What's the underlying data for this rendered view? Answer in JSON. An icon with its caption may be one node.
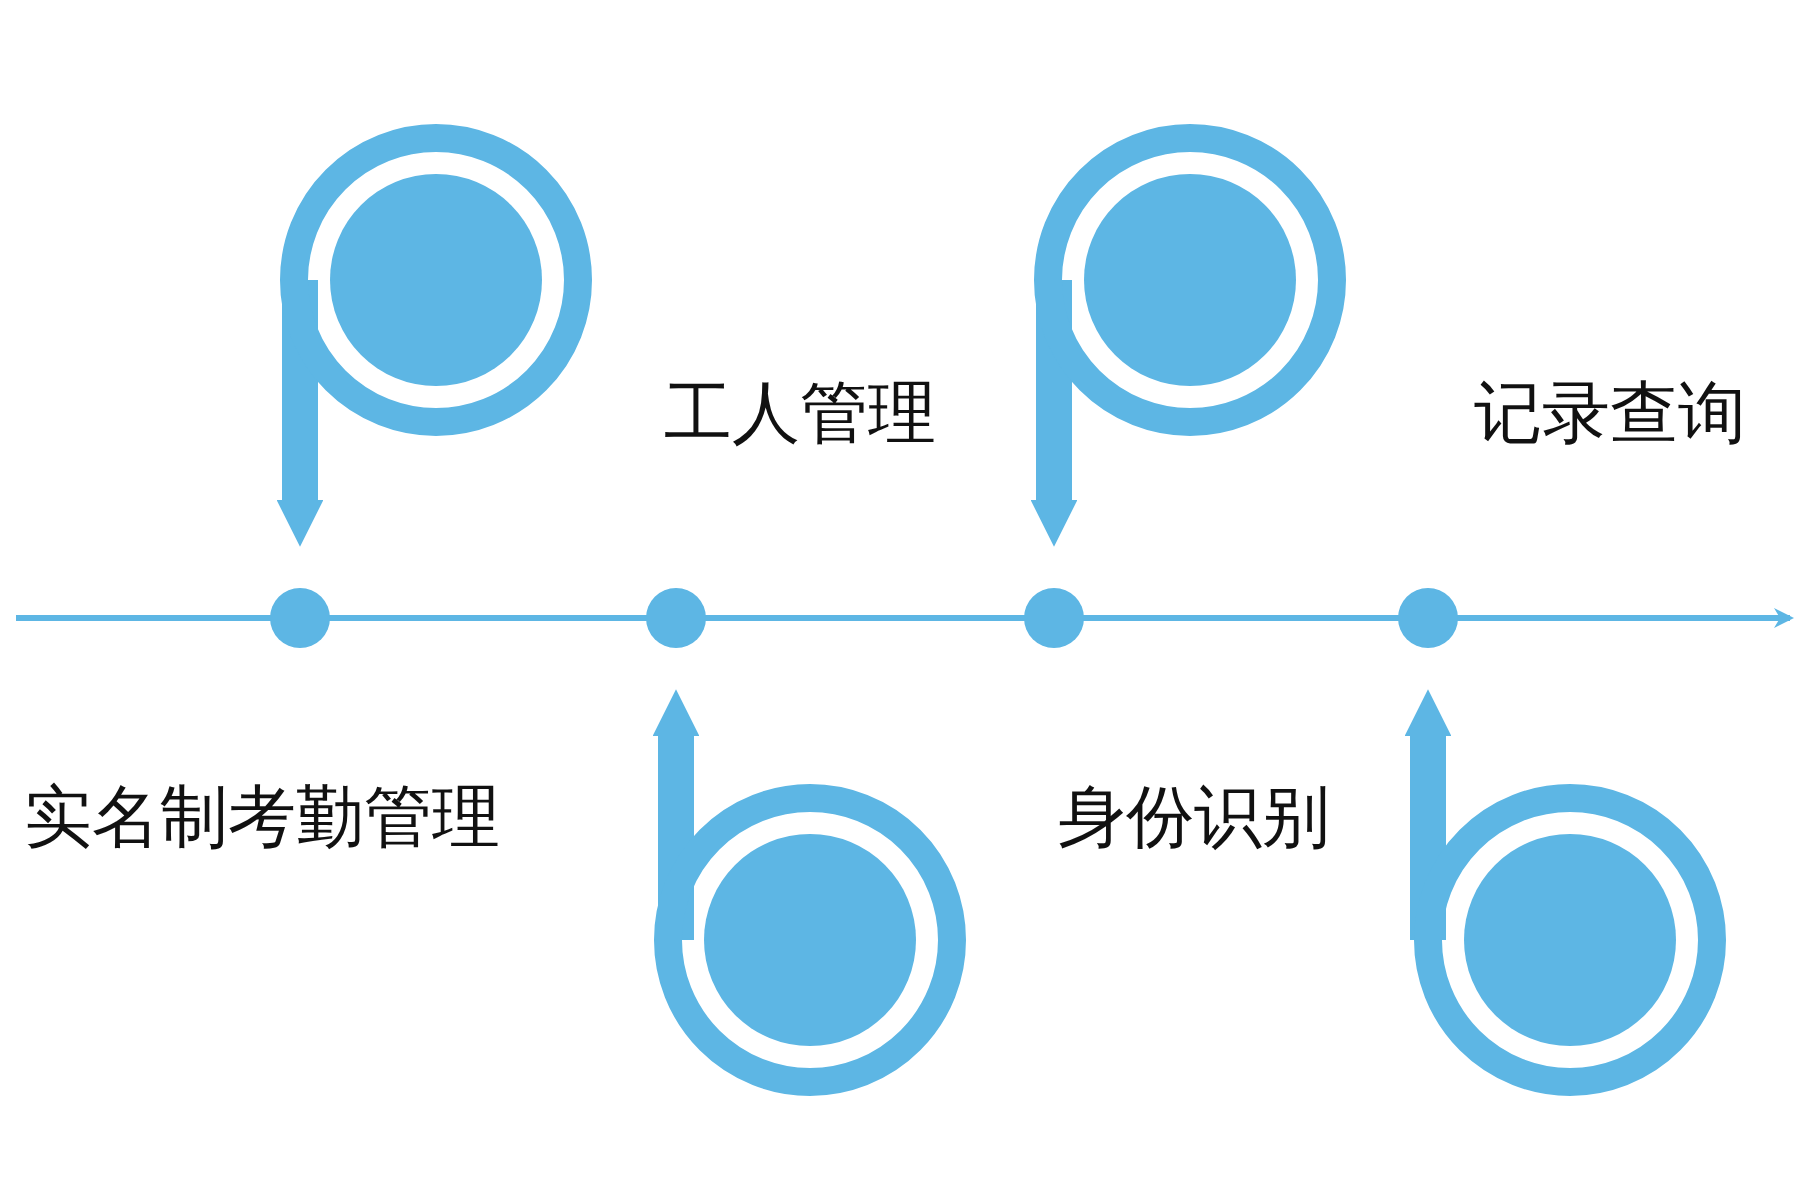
{
  "diagram": {
    "nodes": [
      {
        "text": [],
        "shape": "circle"
      },
      {
        "text": [],
        "shape": "circle"
      },
      {
        "text": [],
        "shape": "circle"
      },
      {
        "text": [],
        "shape": "circle"
      },
      {
        "text": [],
        "shape": "circle"
      },
      {
        "text": [],
        "shape": "circle"
      },
      {
        "text": [],
        "shape": "circle"
      },
      {
        "text": [],
        "shape": "circle"
      }
    ],
    "edges": [
      {
        "from": 4,
        "to": 0,
        "arrow": "to"
      },
      {
        "from": 5,
        "to": 1,
        "arrow": "to"
      },
      {
        "from": 6,
        "to": 2,
        "arrow": "to"
      },
      {
        "from": 7,
        "to": 3,
        "arrow": "to"
      }
    ],
    "labels": [
      "工人管理",
      "记录查询",
      "实名制考勤管理",
      "身份识别"
    ]
  }
}
